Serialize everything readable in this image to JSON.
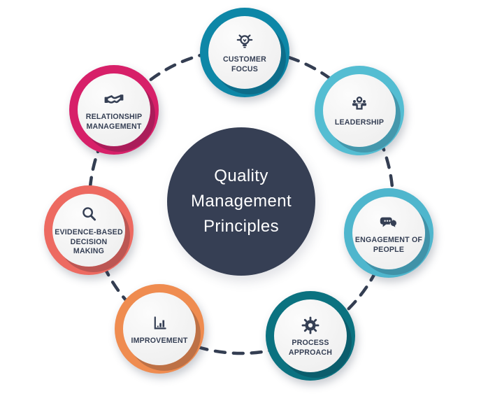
{
  "title": "Quality Management Principles",
  "colors": {
    "ink": "#353f54",
    "connector": "#343e52",
    "disk": "#f3f3f3",
    "center_bg": "#363f54",
    "center_text": "#ffffff"
  },
  "connector": {
    "style": "dashed-circle",
    "color": "#343e52"
  },
  "center": {
    "label": "Quality Management Principles",
    "lines": [
      "Quality",
      "Management",
      "Principles"
    ],
    "bg_color": "#363f54",
    "text_color": "#ffffff"
  },
  "nodes": [
    {
      "id": "customer-focus",
      "label": "CUSTOMER FOCUS",
      "lines": [
        "CUSTOMER",
        "FOCUS"
      ],
      "icon": "lightbulb-icon",
      "ring_color": "#0e87a7"
    },
    {
      "id": "leadership",
      "label": "LEADERSHIP",
      "lines": [
        "LEADERSHIP"
      ],
      "icon": "leadership-podium-icon",
      "ring_color": "#54bdd2"
    },
    {
      "id": "engagement-of-people",
      "label": "ENGAGEMENT OF PEOPLE",
      "lines": [
        "ENGAGEMENT OF",
        "PEOPLE"
      ],
      "icon": "chat-bubbles-icon",
      "ring_color": "#4fb6cd"
    },
    {
      "id": "process-approach",
      "label": "PROCESS APPROACH",
      "lines": [
        "PROCESS",
        "APPROACH"
      ],
      "icon": "gear-icon",
      "ring_color": "#0b7280"
    },
    {
      "id": "improvement",
      "label": "IMPROVEMENT",
      "lines": [
        "IMPROVEMENT"
      ],
      "icon": "bar-chart-icon",
      "ring_color": "#ef8c50"
    },
    {
      "id": "evidence-based-decision-making",
      "label": "EVIDENCE-BASED DECISION MAKING",
      "lines": [
        "EVIDENCE-BASED",
        "DECISION",
        "MAKING"
      ],
      "icon": "magnifier-icon",
      "ring_color": "#ed6a61"
    },
    {
      "id": "relationship-management",
      "label": "RELATIONSHIP MANAGEMENT",
      "lines": [
        "RELATIONSHIP",
        "MANAGEMENT"
      ],
      "icon": "handshake-icon",
      "ring_color": "#d72069"
    }
  ]
}
